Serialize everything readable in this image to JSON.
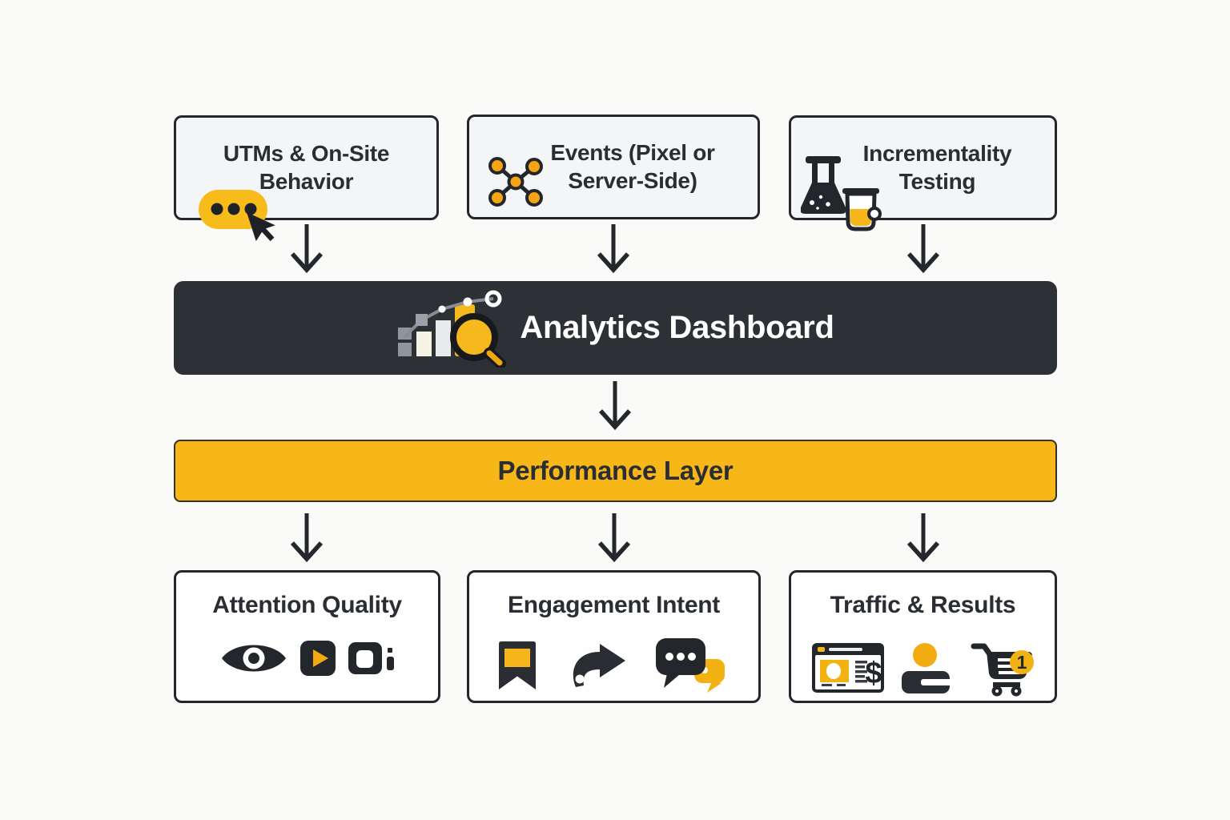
{
  "colors": {
    "background": "#fafaf8",
    "box_background_top": "#f3f5f7",
    "box_background_bottom": "#fefefe",
    "box_border": "#23262c",
    "dark_bar": "#2d3136",
    "yellow_accent": "#f7b718",
    "arrow": "#24272c",
    "text_dark": "#2a2d33",
    "text_light": "#ffffff"
  },
  "top_row": [
    {
      "label": "UTMs & On-Site Behavior",
      "icon": "chat-ellipsis-with-cursor"
    },
    {
      "label": "Events (Pixel or Server-Side)",
      "icon": "network-nodes"
    },
    {
      "label": "Incrementality Testing",
      "icon": "lab-flask-and-beaker"
    }
  ],
  "dashboard": {
    "label": "Analytics Dashboard",
    "icon": "bar-chart-with-magnifier"
  },
  "performance_layer": {
    "label": "Performance Layer"
  },
  "bottom_row": [
    {
      "label": "Attention Quality",
      "icons": [
        "eye",
        "play-button",
        "video-camera"
      ]
    },
    {
      "label": "Engagement Intent",
      "icons": [
        "bookmark",
        "share-arrow",
        "chat-bubbles"
      ]
    },
    {
      "label": "Traffic & Results",
      "icons": [
        "browser-with-dollar",
        "person",
        "shopping-cart-with-badge"
      ],
      "cart_badge": "1"
    }
  ]
}
